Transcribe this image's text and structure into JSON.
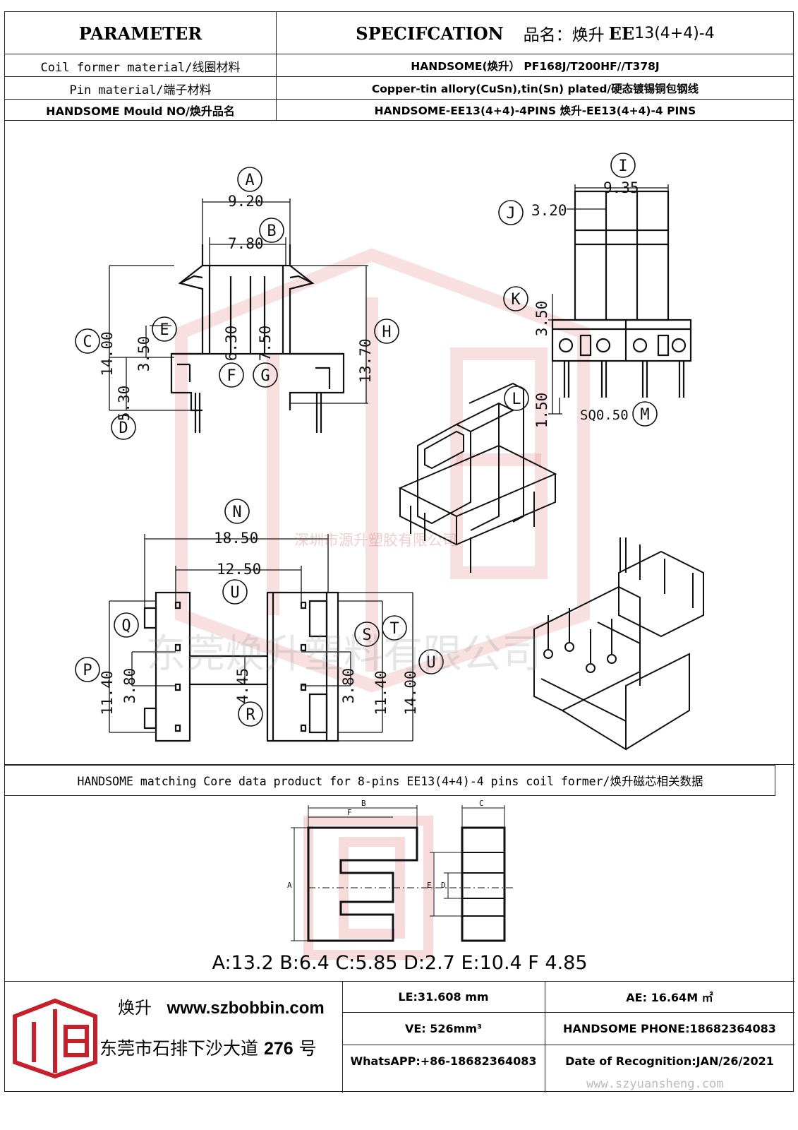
{
  "header": {
    "parameter": "PARAMETER",
    "spec_label": "SPECIFCATION",
    "product_name_label": "品名：焕升",
    "product_model_bold": "EE",
    "product_model_rest": "13(4+4)-4"
  },
  "rows": [
    {
      "param": "Coil former material/线圈材料",
      "value": "HANDSOME(焕升）  PF168J/T200HF//T378J"
    },
    {
      "param": "Pin material/端子材料",
      "value": "Copper-tin allory(CuSn),tin(Sn) plated/硬态镀锡铜包钢线"
    },
    {
      "param": "HANDSOME Mould NO/焕升品名",
      "value": "HANDSOME-EE13(4+4)-4PINS    焕升-EE13(4+4)-4 PINS"
    }
  ],
  "drawing": {
    "dims": {
      "A": "9.20",
      "B": "7.80",
      "C": "14.00",
      "D": "5.30",
      "E": "3.50",
      "F": "6.30",
      "G": "7.50",
      "H": "13.70",
      "I": "9.35",
      "J": "3.20",
      "K": "3.50",
      "L": "1.50",
      "M": "SQ0.50",
      "N": "18.50",
      "U_top": "12.50",
      "P": "11.40",
      "Q": "3.80",
      "R": "4.45",
      "S": "3.80",
      "T": "11.40",
      "U": "14.00"
    },
    "letters": [
      "A",
      "B",
      "C",
      "D",
      "E",
      "F",
      "G",
      "H",
      "I",
      "J",
      "K",
      "L",
      "M",
      "N",
      "U",
      "Q",
      "P",
      "R",
      "S",
      "T",
      "U"
    ],
    "watermark_line1": "深圳市源升塑胶有限公司",
    "watermark_line2": "东莞焕升塑料有限公司"
  },
  "core_section": {
    "banner": "HANDSOME matching Core data  product for 8-pins EE13(4+4)-4 pins coil former/焕升磁芯相关数据",
    "core_labels": [
      "A",
      "B",
      "C",
      "D",
      "E",
      "F"
    ],
    "dims_text": "A:13.2 B:6.4 C:5.85 D:2.7 E:10.4 F 4.85"
  },
  "footer": {
    "brand": "焕升",
    "website": "www.szbobbin.com",
    "address_prefix": "东莞市石排下沙大道",
    "address_number": "276",
    "address_suffix": "号",
    "le": "LE:31.608 mm",
    "ae": "AE: 16.64M ㎡",
    "ve": "VE: 526mm³",
    "phone": "HANDSOME PHONE:18682364083",
    "whatsapp": "WhatsAPP:+86-18682364083",
    "date": "Date of Recognition:JAN/26/2021",
    "site_watermark": "www.szyuansheng.com"
  },
  "colors": {
    "line": "#222222",
    "watermark": "#e07070",
    "logo_red": "#c8202a"
  }
}
